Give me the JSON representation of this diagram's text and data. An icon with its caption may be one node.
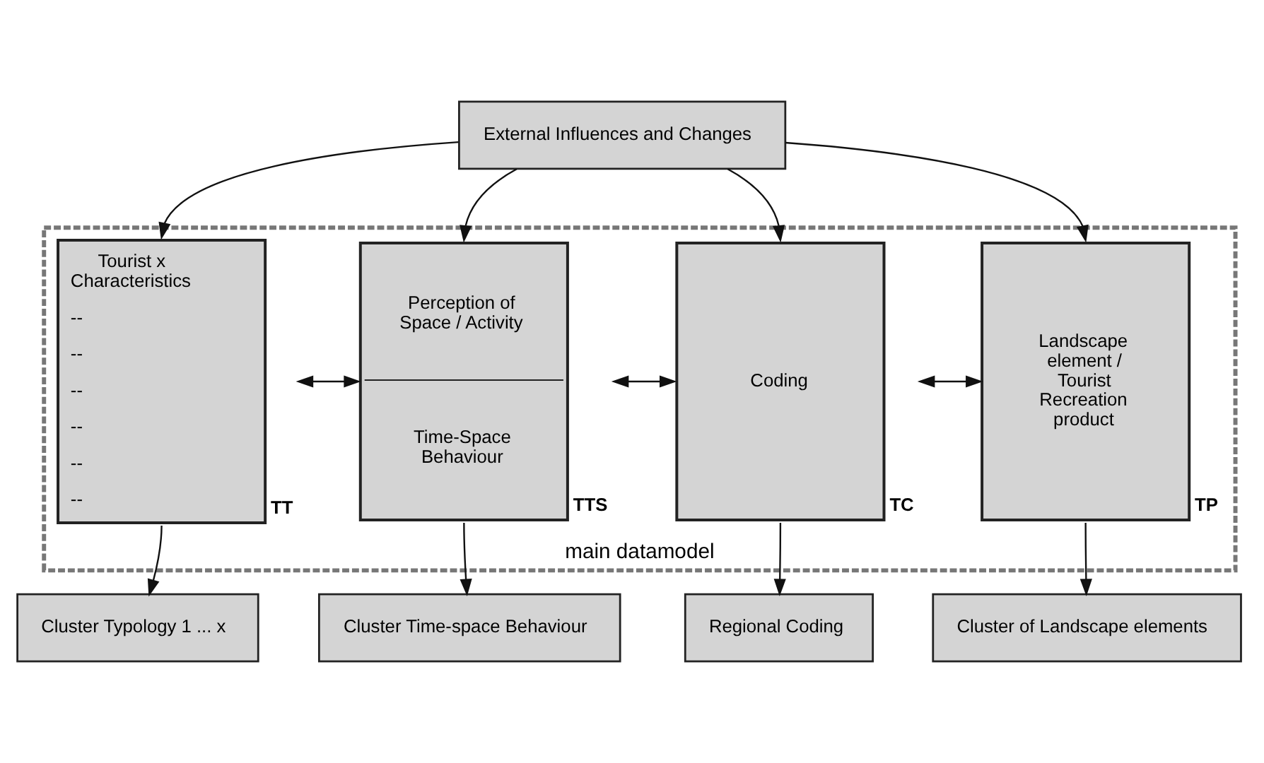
{
  "diagram": {
    "nodes": [
      {
        "text": [
          "External Influences and Changes"
        ]
      },
      {
        "text": [
          "main datamodel"
        ]
      },
      {
        "text": [
          "Tourist x Characteristics",
          "--",
          "--",
          "--",
          "--",
          "--",
          "--"
        ],
        "in": 1,
        "beside": [
          "TT"
        ]
      },
      {
        "text": [
          "Perception of Space / Activity",
          "Time-Space Behaviour"
        ],
        "in": 1,
        "beside": [
          "TTS"
        ]
      },
      {
        "text": [
          "Coding"
        ],
        "in": 1,
        "beside": [
          "TC"
        ]
      },
      {
        "text": [
          "Landscape element / Tourist Recreation product"
        ],
        "in": 1,
        "beside": [
          "TP"
        ]
      },
      {
        "text": [
          "Cluster Typology 1 ... x"
        ]
      },
      {
        "text": [
          "Cluster Time-space Behaviour"
        ]
      },
      {
        "text": [
          "Regional Coding"
        ]
      },
      {
        "text": [
          "Cluster of Landscape elements"
        ]
      }
    ],
    "edges": [
      {
        "from": 0,
        "to": 2,
        "arrow": "to"
      },
      {
        "from": 0,
        "to": 3,
        "arrow": "to"
      },
      {
        "from": 0,
        "to": 4,
        "arrow": "to"
      },
      {
        "from": 0,
        "to": 5,
        "arrow": "to"
      },
      {
        "from": 2,
        "to": 3,
        "arrow": "both"
      },
      {
        "from": 3,
        "to": 4,
        "arrow": "both"
      },
      {
        "from": 4,
        "to": 5,
        "arrow": "both"
      },
      {
        "from": 2,
        "to": 6,
        "arrow": "to"
      },
      {
        "from": 3,
        "to": 7,
        "arrow": "to"
      },
      {
        "from": 4,
        "to": 8,
        "arrow": "to"
      },
      {
        "from": 5,
        "to": 9,
        "arrow": "to"
      }
    ]
  }
}
